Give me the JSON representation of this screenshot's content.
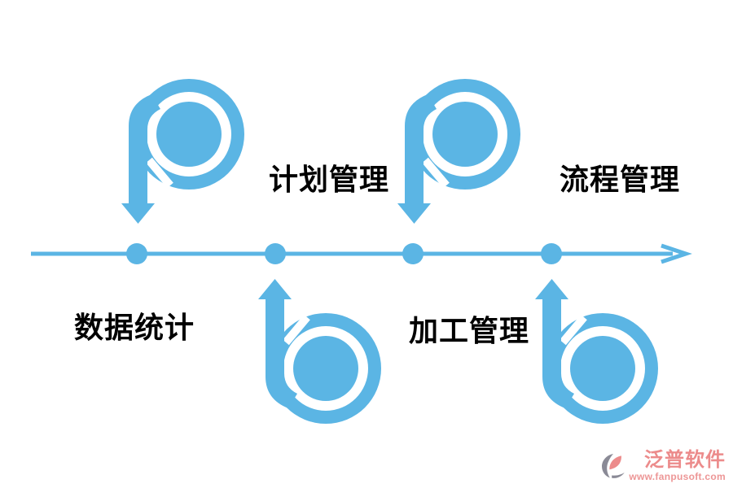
{
  "colors": {
    "accent": "#5BB5E4",
    "label": "#000000",
    "brand": "#EC8B8B",
    "logo-gray": "#8A8A96"
  },
  "diagram": {
    "type": "horizontal-timeline-flow",
    "timeline": {
      "direction": "left-to-right",
      "dot_count": 4
    },
    "stages_above": [
      {
        "label": "计划管理",
        "icon": "p-spiral-arrow-down"
      },
      {
        "label": "流程管理",
        "icon": "p-spiral-arrow-down"
      }
    ],
    "stages_below": [
      {
        "label": "数据统计",
        "icon": "b-spiral-arrow-up"
      },
      {
        "label": "加工管理",
        "icon": "b-spiral-arrow-up"
      }
    ]
  },
  "watermark": {
    "brand": "泛普软件",
    "url": "www.fanpusoft.com"
  }
}
